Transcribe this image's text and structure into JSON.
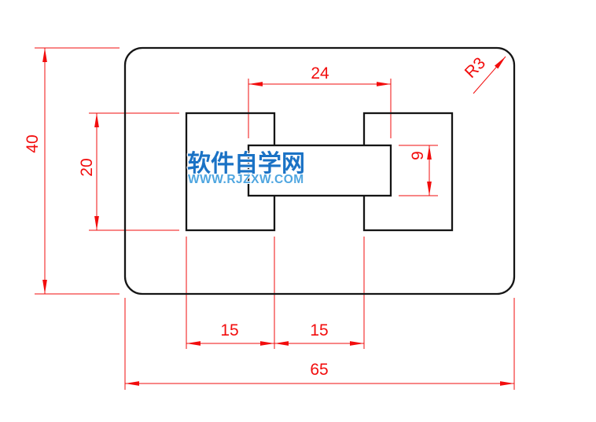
{
  "drawing": {
    "type": "cad-dimensioned-part",
    "description": "Rounded rectangle plate with two inner squares joined by a horizontal slot bar"
  },
  "dims": {
    "overall_width": "65",
    "overall_height": "40",
    "square_height": "20",
    "bar_width": "24",
    "bar_height": "9",
    "left_square_width": "15",
    "square_gap_width": "15",
    "corner_radius": "R3"
  },
  "watermark": {
    "title": "软件自学网",
    "url": "WWW.RJZXW.COM"
  },
  "colors": {
    "dimension": "#f20d0d",
    "object_line": "#151515",
    "background": "#ffffff",
    "watermark_title": "#1a72c5",
    "watermark_url": "#4fa6e0"
  }
}
